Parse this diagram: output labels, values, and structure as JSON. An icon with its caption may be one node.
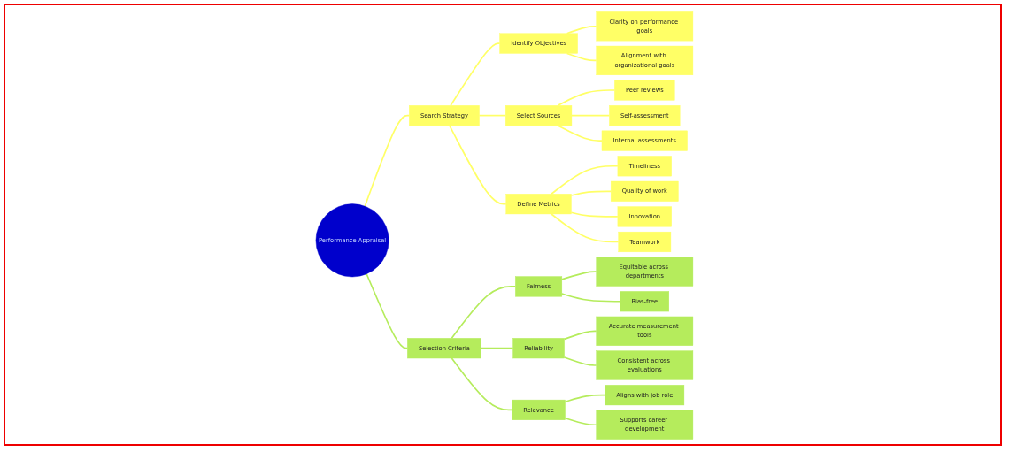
{
  "diagram": {
    "nodes": [
      {
        "text": [
          "Performance Appraisal"
        ]
      },
      {
        "text": [
          "Search Strategy"
        ]
      },
      {
        "text": [
          "Identify Objectives"
        ]
      },
      {
        "text": [
          "Clarity on performance goals"
        ]
      },
      {
        "text": [
          "Alignment with organizational goals"
        ]
      },
      {
        "text": [
          "Select Sources"
        ]
      },
      {
        "text": [
          "Peer reviews"
        ]
      },
      {
        "text": [
          "Self-assessment"
        ]
      },
      {
        "text": [
          "Internal assessments"
        ]
      },
      {
        "text": [
          "Define Metrics"
        ]
      },
      {
        "text": [
          "Timeliness"
        ]
      },
      {
        "text": [
          "Quality of work"
        ]
      },
      {
        "text": [
          "Innovation"
        ]
      },
      {
        "text": [
          "Teamwork"
        ]
      },
      {
        "text": [
          "Selection Criteria"
        ]
      },
      {
        "text": [
          "Fairness"
        ]
      },
      {
        "text": [
          "Equitable across departments"
        ]
      },
      {
        "text": [
          "Bias-free"
        ]
      },
      {
        "text": [
          "Reliability"
        ]
      },
      {
        "text": [
          "Accurate measurement tools"
        ]
      },
      {
        "text": [
          "Consistent across evaluations"
        ]
      },
      {
        "text": [
          "Relevance"
        ]
      },
      {
        "text": [
          "Aligns with job role"
        ]
      },
      {
        "text": [
          "Supports career development"
        ]
      }
    ],
    "edges": [
      {
        "from": 0,
        "to": 1,
        "arrow": "none"
      },
      {
        "from": 1,
        "to": 2,
        "arrow": "none"
      },
      {
        "from": 2,
        "to": 3,
        "arrow": "none"
      },
      {
        "from": 2,
        "to": 4,
        "arrow": "none"
      },
      {
        "from": 1,
        "to": 5,
        "arrow": "none"
      },
      {
        "from": 5,
        "to": 6,
        "arrow": "none"
      },
      {
        "from": 5,
        "to": 7,
        "arrow": "none"
      },
      {
        "from": 5,
        "to": 8,
        "arrow": "none"
      },
      {
        "from": 1,
        "to": 9,
        "arrow": "none"
      },
      {
        "from": 9,
        "to": 10,
        "arrow": "none"
      },
      {
        "from": 9,
        "to": 11,
        "arrow": "none"
      },
      {
        "from": 9,
        "to": 12,
        "arrow": "none"
      },
      {
        "from": 9,
        "to": 13,
        "arrow": "none"
      },
      {
        "from": 0,
        "to": 14,
        "arrow": "none",
        "color": "#b5ec5c"
      },
      {
        "from": 14,
        "to": 15,
        "arrow": "none",
        "color": "#b5ec5c"
      },
      {
        "from": 15,
        "to": 16,
        "arrow": "none",
        "color": "#b5ec5c"
      },
      {
        "from": 15,
        "to": 17,
        "arrow": "none",
        "color": "#b5ec5c"
      },
      {
        "from": 14,
        "to": 18,
        "arrow": "none",
        "color": "#b5ec5c"
      },
      {
        "from": 18,
        "to": 19,
        "arrow": "none",
        "color": "#b5ec5c"
      },
      {
        "from": 18,
        "to": 20,
        "arrow": "none",
        "color": "#b5ec5c"
      },
      {
        "from": 14,
        "to": 21,
        "arrow": "none",
        "color": "#b5ec5c"
      },
      {
        "from": 21,
        "to": 22,
        "arrow": "none",
        "color": "#b5ec5c"
      },
      {
        "from": 21,
        "to": 23,
        "arrow": "none",
        "color": "#b5ec5c"
      }
    ]
  }
}
